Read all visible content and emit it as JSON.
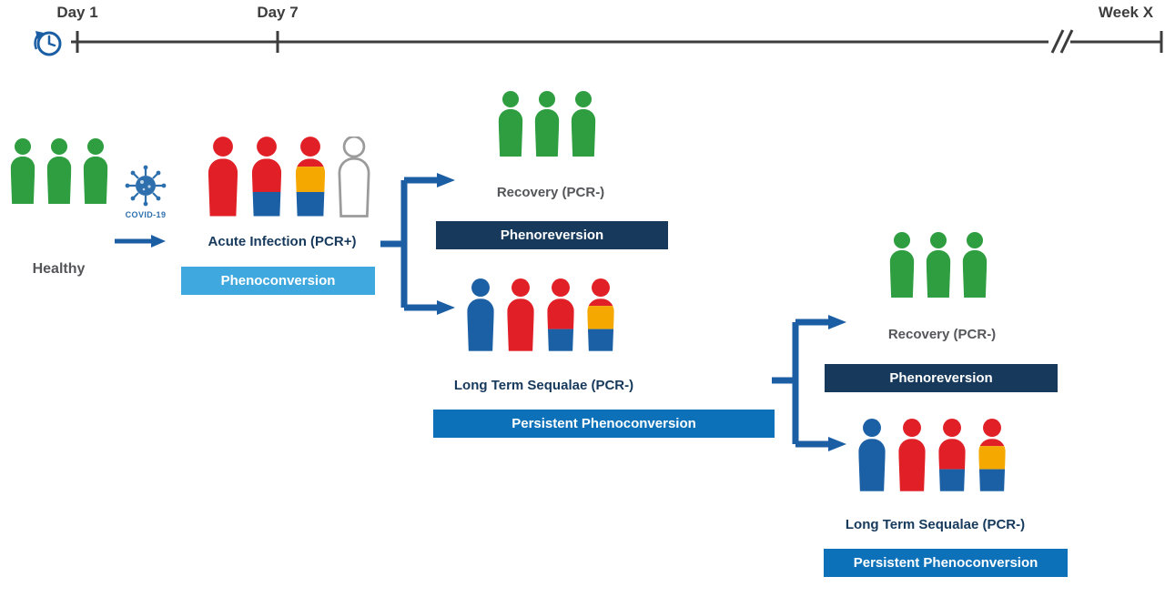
{
  "palette": {
    "green": "#2f9e41",
    "red": "#e01f26",
    "blue": "#1b5fa5",
    "yellow": "#f4a800",
    "white": "#ffffff",
    "outline_gray": "#9b9b9b",
    "navy": "#16395c",
    "light_blue": "#3fa8de",
    "medium_blue": "#0d71b9",
    "arrow": "#1c5ea3",
    "timeline_gray": "#3d3d3d",
    "label_gray": "#55565a",
    "virus_blue": "#2e6fae"
  },
  "timeline": {
    "day1": "Day 1",
    "day7": "Day 7",
    "weekx": "Week X"
  },
  "virus": {
    "label": "COVID-19"
  },
  "person_types": {
    "green": {
      "head": "green",
      "segments": [
        [
          "green",
          0,
          1
        ]
      ]
    },
    "red": {
      "head": "red",
      "segments": [
        [
          "red",
          0,
          1
        ]
      ]
    },
    "blue": {
      "head": "blue",
      "segments": [
        [
          "blue",
          0,
          1
        ]
      ]
    },
    "red_blue": {
      "head": "red",
      "segments": [
        [
          "red",
          0,
          0.58
        ],
        [
          "blue",
          0.58,
          1
        ]
      ]
    },
    "red_yellow_blue": {
      "head": "red",
      "segments": [
        [
          "red",
          0,
          0.14
        ],
        [
          "yellow",
          0.14,
          0.58
        ],
        [
          "blue",
          0.58,
          1
        ]
      ]
    },
    "white_outline": {
      "head": "white",
      "outline": "outline_gray",
      "segments": [
        [
          "white",
          0,
          1
        ]
      ]
    }
  },
  "groups": {
    "healthy": {
      "label": "Healthy",
      "people": [
        "green",
        "green",
        "green"
      ]
    },
    "acute": {
      "label": "Acute Infection (PCR+)",
      "badge": "Phenoconversion",
      "people": [
        "red",
        "red_blue",
        "red_yellow_blue",
        "white_outline"
      ]
    },
    "recovery1": {
      "label": "Recovery (PCR-)",
      "badge": "Phenoreversion",
      "people": [
        "green",
        "green",
        "green"
      ]
    },
    "lts1": {
      "label": "Long Term Sequalae (PCR-)",
      "badge": "Persistent Phenoconversion",
      "people": [
        "blue",
        "red",
        "red_blue",
        "red_yellow_blue"
      ]
    },
    "recovery2": {
      "label": "Recovery (PCR-)",
      "badge": "Phenoreversion",
      "people": [
        "green",
        "green",
        "green"
      ]
    },
    "lts2": {
      "label": "Long Term Sequalae (PCR-)",
      "badge": "Persistent Phenoconversion",
      "people": [
        "blue",
        "red",
        "red_blue",
        "red_yellow_blue"
      ]
    }
  }
}
